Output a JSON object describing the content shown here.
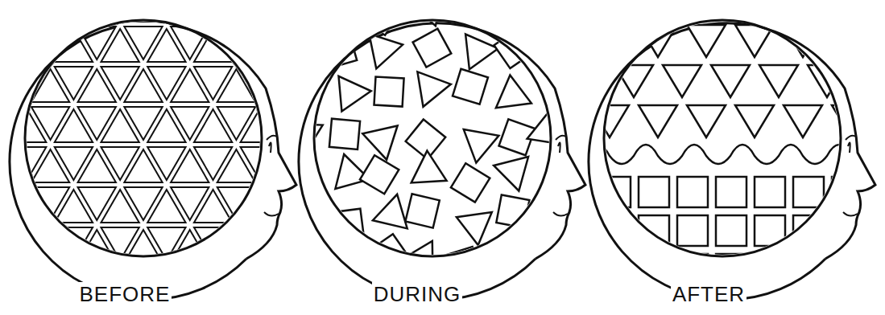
{
  "diagram": {
    "labels": [
      "BEFORE",
      "DURING",
      "AFTER"
    ]
  }
}
